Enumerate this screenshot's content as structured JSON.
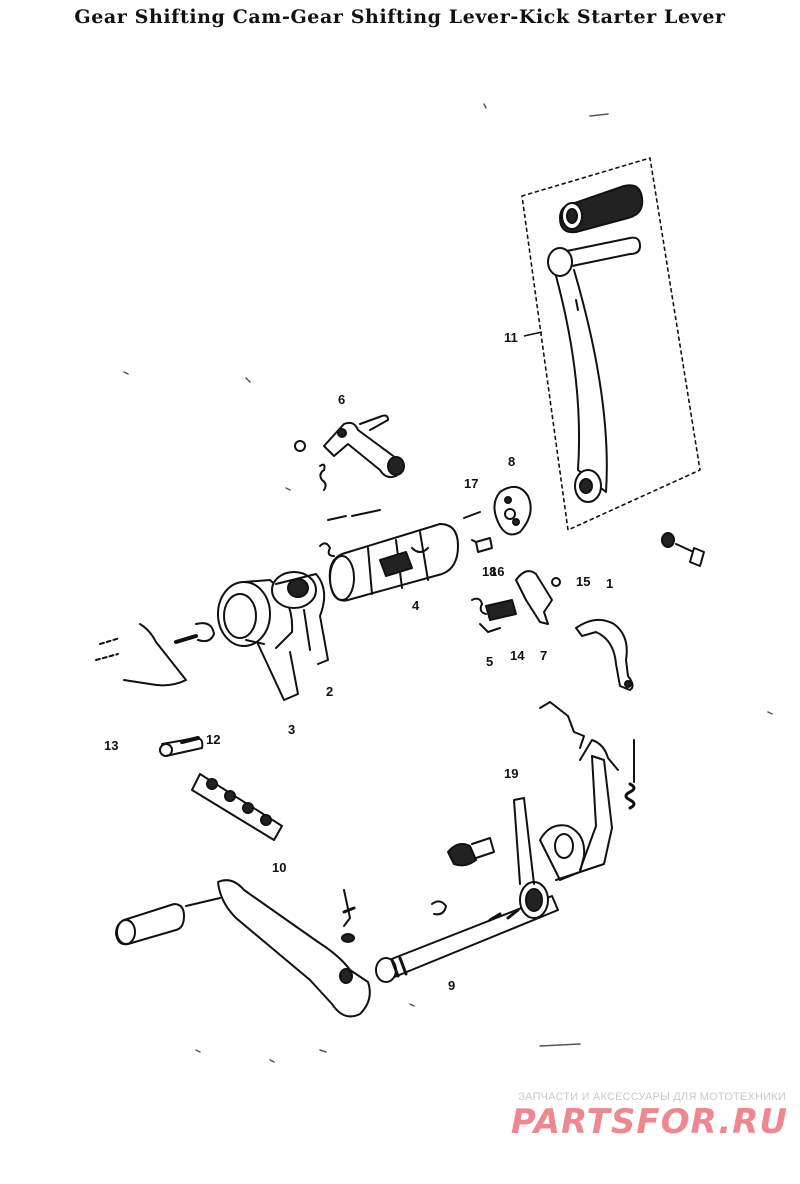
{
  "title": "Gear Shifting Cam-Gear Shifting Lever-Kick Starter Lever",
  "callouts": [
    {
      "id": "c1",
      "text": "1"
    },
    {
      "id": "c2",
      "text": "2"
    },
    {
      "id": "c3",
      "text": "3"
    },
    {
      "id": "c4",
      "text": "4"
    },
    {
      "id": "c5",
      "text": "5"
    },
    {
      "id": "c6",
      "text": "6"
    },
    {
      "id": "c7",
      "text": "7"
    },
    {
      "id": "c8",
      "text": "8"
    },
    {
      "id": "c9",
      "text": "9"
    },
    {
      "id": "c10",
      "text": "10"
    },
    {
      "id": "c11",
      "text": "11"
    },
    {
      "id": "c12",
      "text": "12"
    },
    {
      "id": "c13",
      "text": "13"
    },
    {
      "id": "c14",
      "text": "14"
    },
    {
      "id": "c15",
      "text": "15"
    },
    {
      "id": "c16",
      "text": "16"
    },
    {
      "id": "c17",
      "text": "17"
    },
    {
      "id": "c18",
      "text": "18"
    },
    {
      "id": "c19",
      "text": "19"
    }
  ],
  "watermark": {
    "tagline": "ЗАПЧАСТИ И АКСЕССУАРЫ ДЛЯ МОТОТЕХНИКИ",
    "logo": "PARTSFOR.RU",
    "color": "#e8606c"
  }
}
